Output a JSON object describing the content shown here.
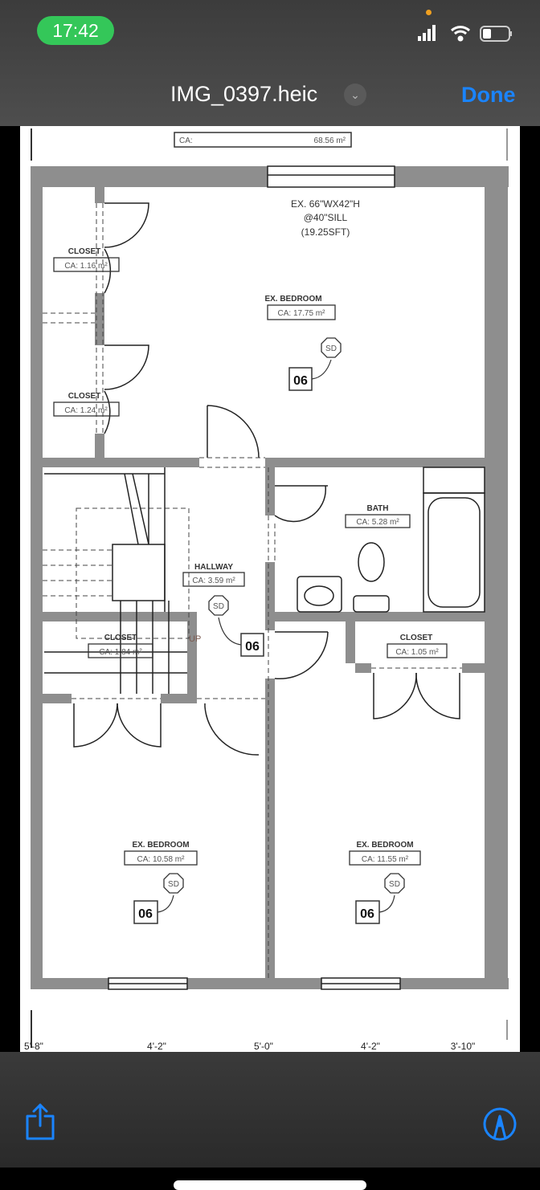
{
  "status_bar": {
    "time": "17:42",
    "icons": [
      "signal-icon",
      "wifi-icon",
      "battery-icon"
    ]
  },
  "nav": {
    "title": "IMG_0397.heic",
    "done_label": "Done",
    "accent": "#1a84ff"
  },
  "plan": {
    "unit_area": {
      "label": "CA:",
      "value": "68.56 m²"
    },
    "window_note": [
      "EX. 66\"WX42\"H",
      "@40\"SILL",
      "(19.25SFT)"
    ],
    "rooms": [
      {
        "name": "EX. BEDROOM",
        "area": "CA: 17.75 m²",
        "tag": "06"
      },
      {
        "name": "CLOSET",
        "area": "CA: 1.16 m²"
      },
      {
        "name": "CLOSET",
        "area": "CA: 1.24 m²"
      },
      {
        "name": "HALLWAY",
        "area": "CA: 3.59 m²",
        "tag": "06"
      },
      {
        "name": "BATH",
        "area": "CA: 5.28 m²"
      },
      {
        "name": "CLOSET",
        "area": "CA: 1.84 m²"
      },
      {
        "name": "CLOSET",
        "area": "CA: 1.05 m²"
      },
      {
        "name": "EX. BEDROOM",
        "area": "CA: 10.58 m²",
        "tag": "06"
      },
      {
        "name": "EX. BEDROOM",
        "area": "CA: 11.55 m²",
        "tag": "06"
      }
    ],
    "smoke_detector": "SD",
    "stair_label": "UP",
    "dimensions": [
      "5'-8\"",
      "4'-2\"",
      "5'-0\"",
      "4'-2\"",
      "3'-10\""
    ]
  },
  "toolbar": {
    "share": "share-icon",
    "markup": "markup-icon"
  }
}
